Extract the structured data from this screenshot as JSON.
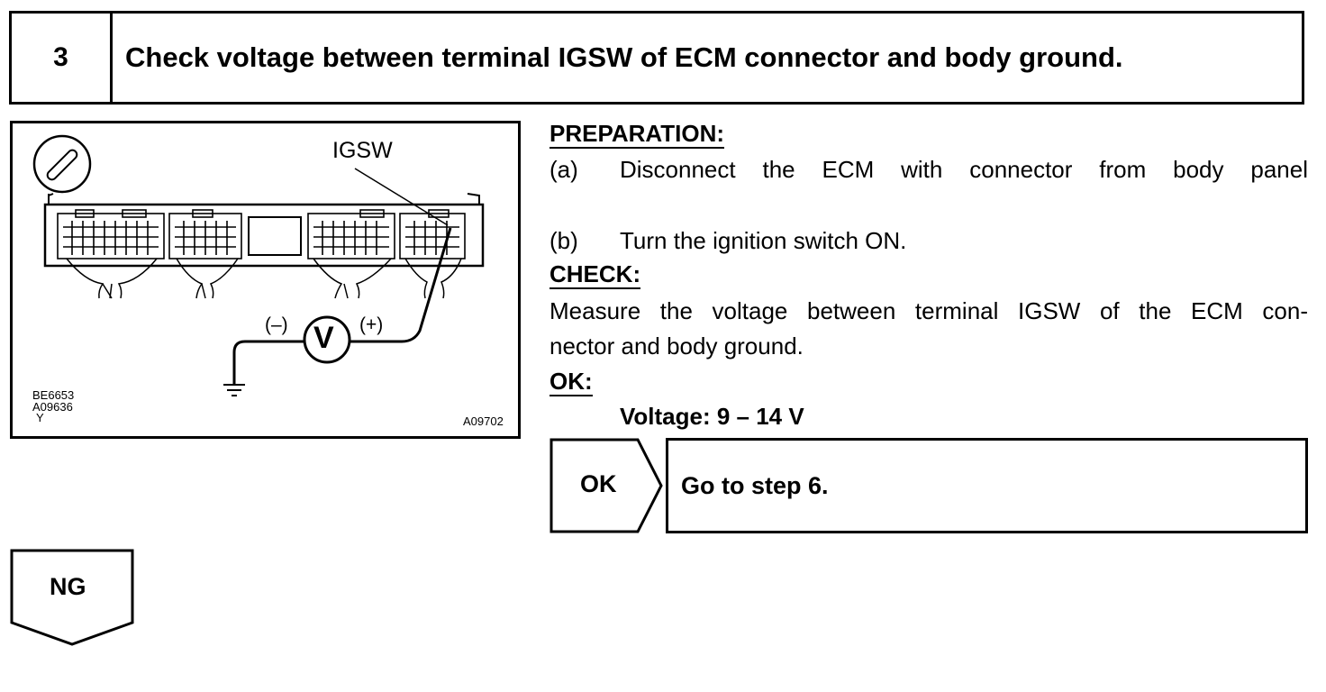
{
  "step": {
    "number": "3",
    "title": "Check voltage between terminal IGSW of ECM connector and body ground."
  },
  "figure": {
    "terminal_label": "IGSW",
    "minus_label": "(–)",
    "plus_label": "(+)",
    "meter_label": "V",
    "codes": [
      "BE6653",
      "A09636",
      "Y"
    ],
    "figure_id": "A09702"
  },
  "preparation": {
    "heading": "PREPARATION:",
    "items": [
      {
        "marker": "(a)",
        "text": "Disconnect the ECM with connector from body panel"
      },
      {
        "marker": "(b)",
        "text": "Turn the ignition switch ON."
      }
    ]
  },
  "check": {
    "heading": "CHECK:",
    "lines": [
      "Measure the voltage between terminal IGSW of the ECM con-",
      "nector and body ground."
    ]
  },
  "ok_spec": {
    "heading": "OK:",
    "value": "Voltage: 9 – 14 V"
  },
  "result_ok": {
    "label": "OK",
    "text": "Go to step 6."
  },
  "result_ng": {
    "label": "NG"
  }
}
